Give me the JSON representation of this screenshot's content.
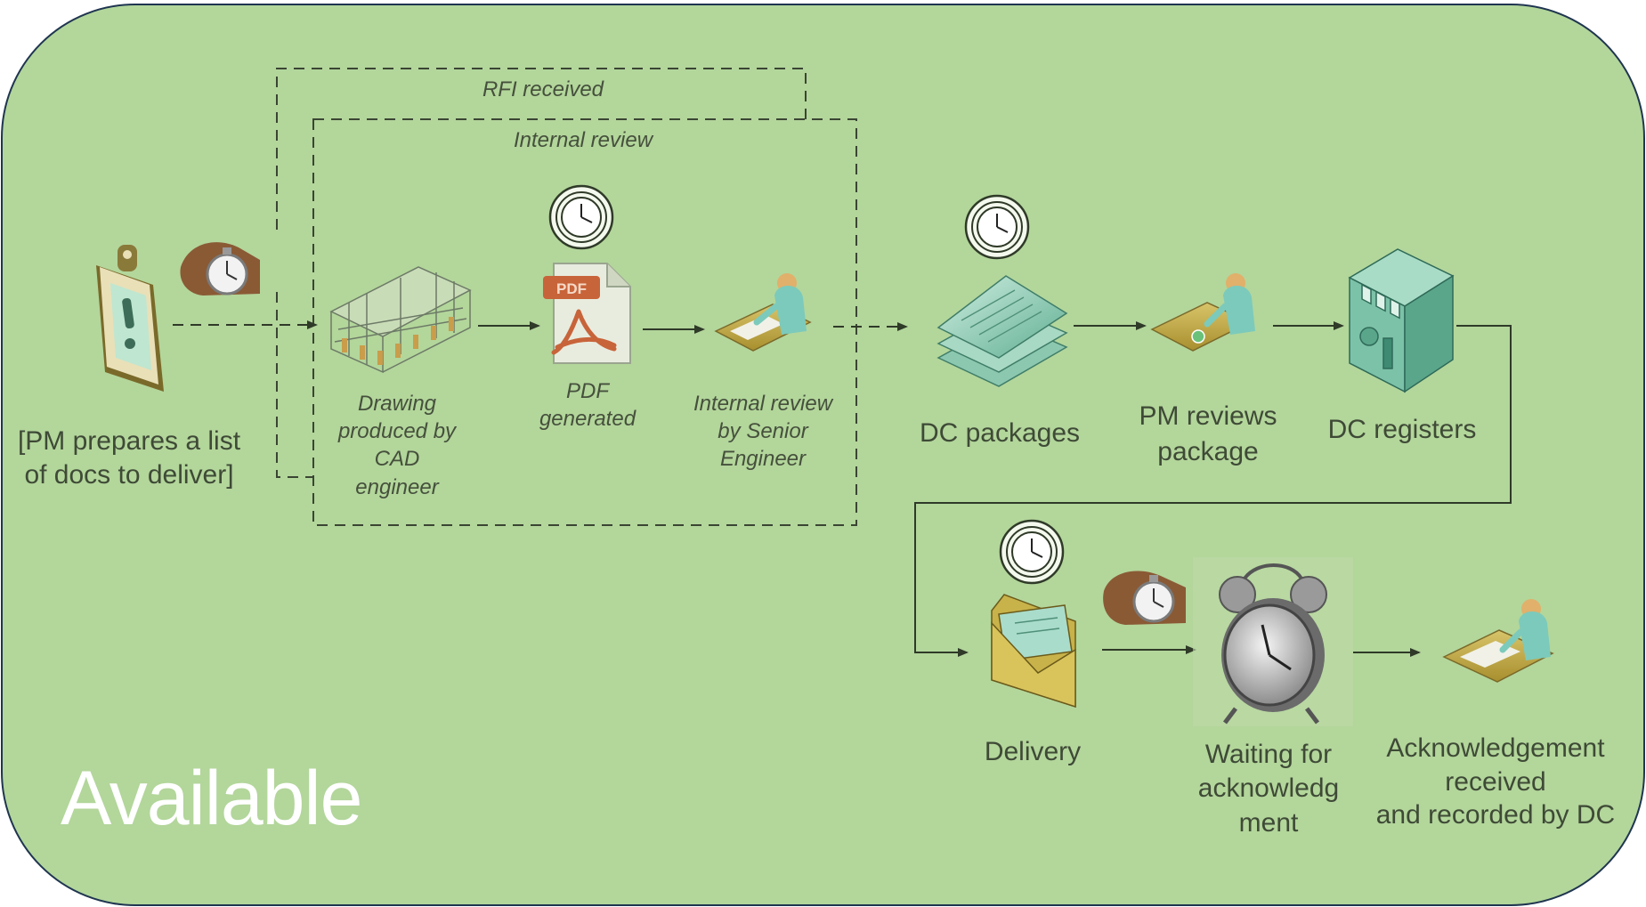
{
  "colors": {
    "background": "#b3d69b",
    "border": "#1f3550",
    "line": "#2f3a28",
    "label": "#3e4a36",
    "big_label": "#ffffff"
  },
  "groups": {
    "rfi_received": "RFI received",
    "internal_review": "Internal review"
  },
  "steps": {
    "pm_prepares": "[PM prepares a list\nof docs to deliver]",
    "drawing": "Drawing\nproduced by\nCAD\nengineer",
    "pdf": "PDF\ngenerated",
    "pdf_badge": "PDF",
    "senior_review": "Internal review\nby Senior\nEngineer",
    "dc_packages": "DC packages",
    "pm_reviews": "PM reviews\npackage",
    "dc_registers": "DC registers",
    "delivery": "Delivery",
    "waiting": "Waiting for\nacknowledg\nment",
    "ack": "Acknowledgement\nreceived\nand recorded by DC"
  },
  "status_label": "Available",
  "icons": [
    "clipboard-alert-icon",
    "stopwatch-hand-icon",
    "cad-drawing-icon",
    "clock-icon",
    "pdf-file-icon",
    "engineer-desk-icon",
    "documents-stack-icon",
    "building-icon",
    "envelope-icon",
    "alarm-clock-icon"
  ]
}
